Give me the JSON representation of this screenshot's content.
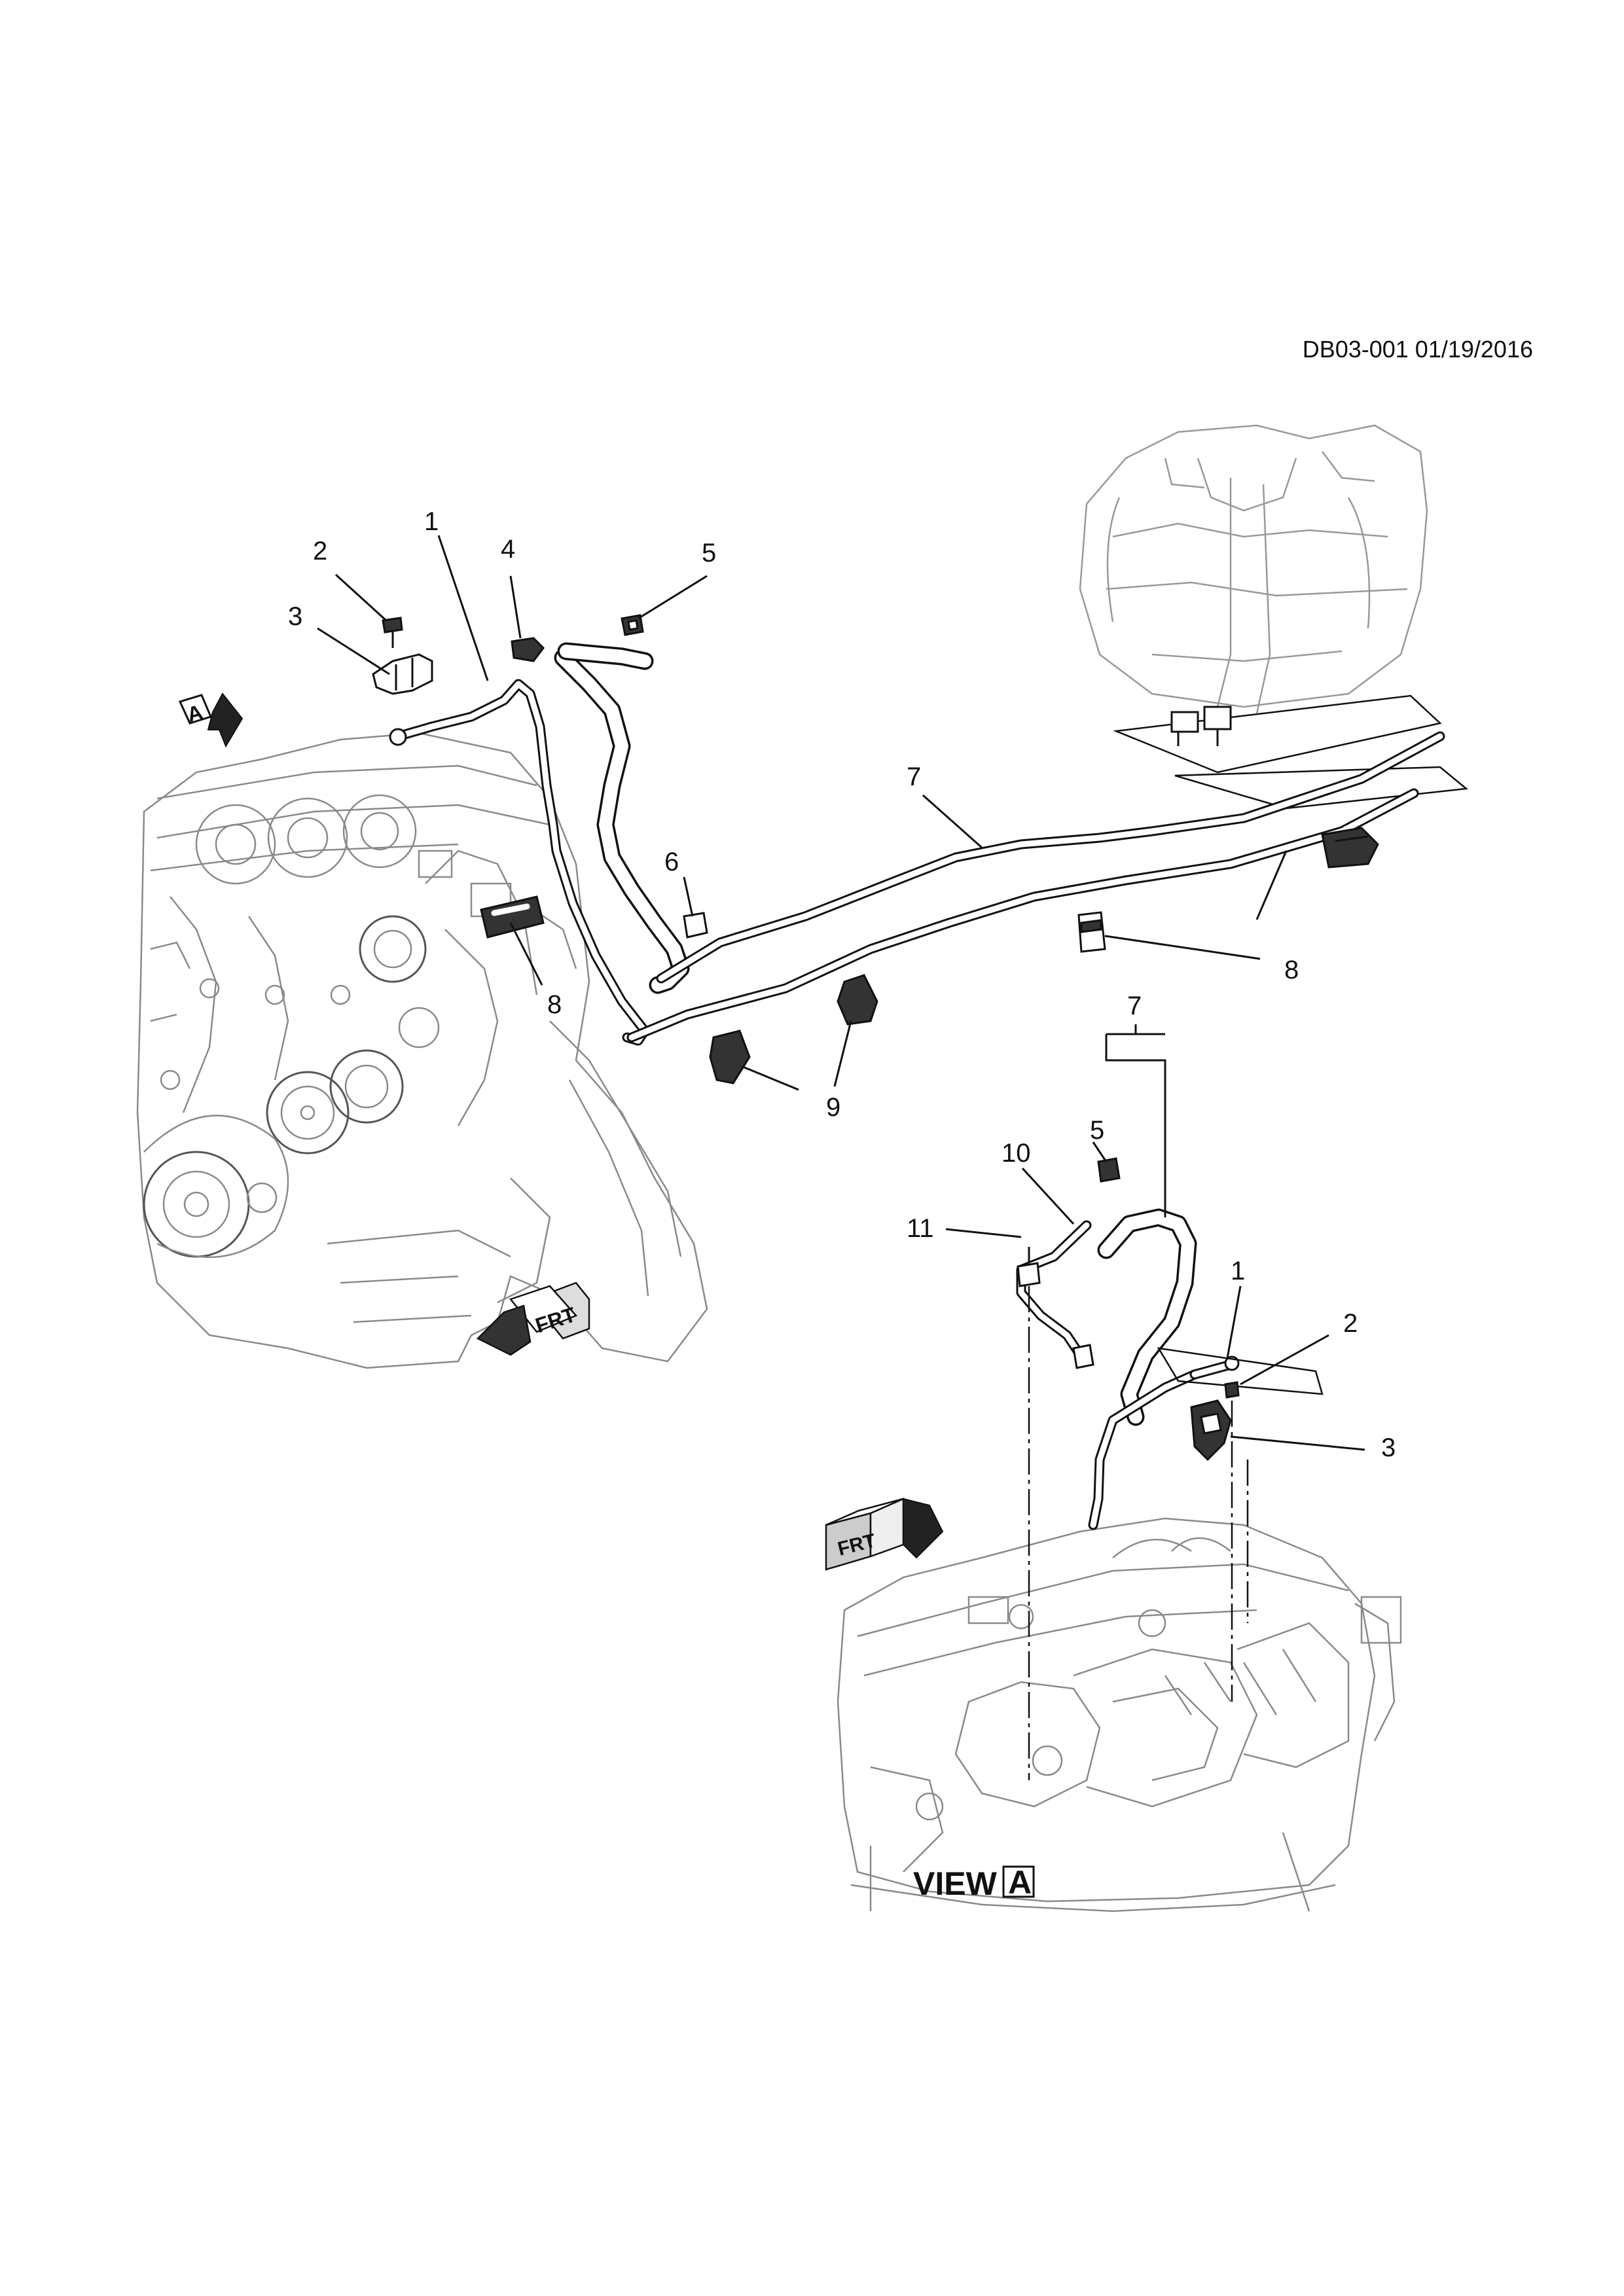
{
  "document": {
    "id": "DB03-001 01/19/2016"
  },
  "view": {
    "label": "VIEW",
    "ref_letter": "A"
  },
  "direction_arrows": {
    "front_label": "FRT",
    "view_ref": "A"
  },
  "callouts": {
    "main": {
      "c1": "1",
      "c2": "2",
      "c3": "3",
      "c4": "4",
      "c5": "5",
      "c6": "6",
      "c7": "7",
      "c8a": "8",
      "c8b": "8",
      "c9": "9"
    },
    "view_a": {
      "c7": "7",
      "c5": "5",
      "c10": "10",
      "c11": "11",
      "c1": "1",
      "c2": "2",
      "c3": "3"
    }
  },
  "icons": [
    "arrow-a-icon",
    "front-arrow-icon"
  ]
}
